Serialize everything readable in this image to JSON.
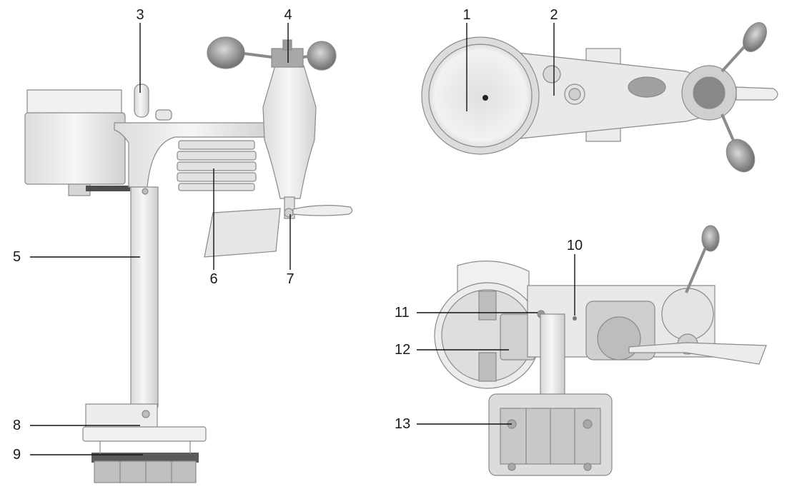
{
  "diagram": {
    "callouts": [
      {
        "id": "1",
        "label": "1"
      },
      {
        "id": "2",
        "label": "2"
      },
      {
        "id": "3",
        "label": "3"
      },
      {
        "id": "4",
        "label": "4"
      },
      {
        "id": "5",
        "label": "5"
      },
      {
        "id": "6",
        "label": "6"
      },
      {
        "id": "7",
        "label": "7"
      },
      {
        "id": "8",
        "label": "8"
      },
      {
        "id": "9",
        "label": "9"
      },
      {
        "id": "10",
        "label": "10"
      },
      {
        "id": "11",
        "label": "11"
      },
      {
        "id": "12",
        "label": "12"
      },
      {
        "id": "13",
        "label": "13"
      }
    ],
    "views": [
      "side-view",
      "top-view",
      "bottom-view"
    ],
    "colors": {
      "outline": "#8a8a8a",
      "body": "#ececec",
      "shade": "#cfcfcf",
      "dark": "#5e5e5e",
      "leader": "#111111"
    }
  }
}
